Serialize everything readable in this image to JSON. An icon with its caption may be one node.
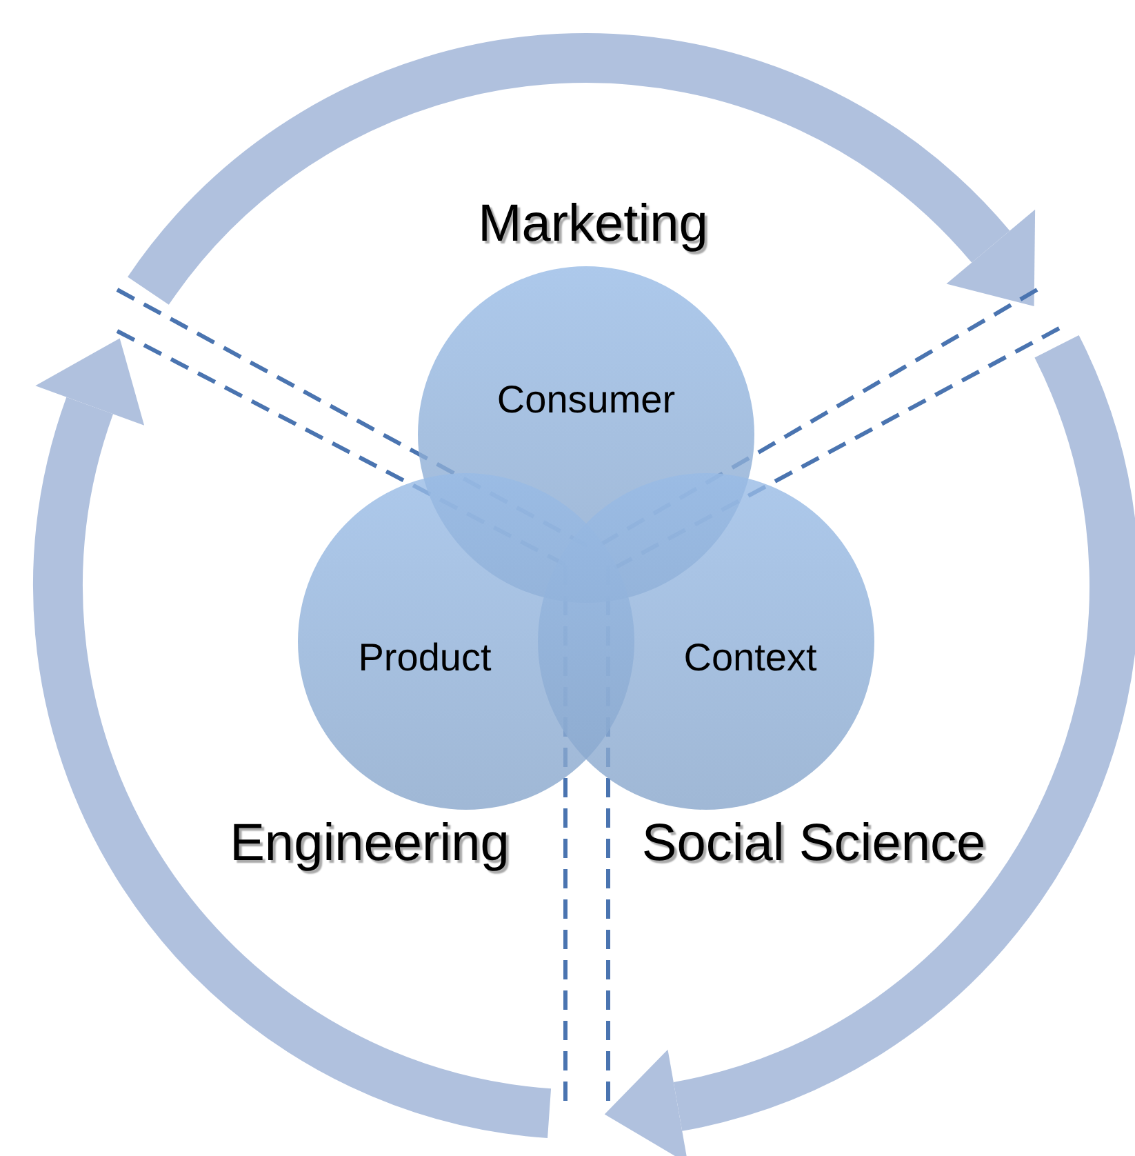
{
  "diagram": {
    "nodes": [
      {
        "text": [
          "Consumer"
        ],
        "beside": [
          "Marketing"
        ]
      },
      {
        "text": [
          "Product"
        ],
        "beside": [
          "Engineering"
        ]
      },
      {
        "text": [
          "Context"
        ],
        "beside": [
          "Social Science"
        ]
      }
    ],
    "edges": []
  }
}
